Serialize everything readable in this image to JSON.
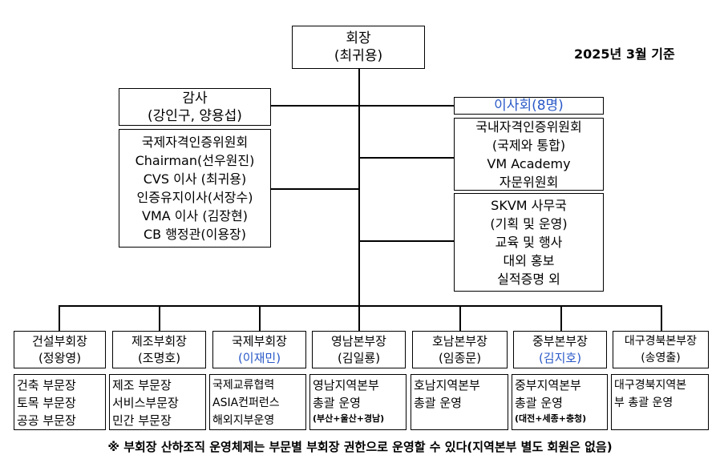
{
  "date_note": "2025년 3월 기준",
  "chair": {
    "title": "회장",
    "name": "(최귀용)"
  },
  "auditor": {
    "title": "감사",
    "name": "(강인구, 양용섭)"
  },
  "board_title": "이사회(8명)",
  "left_committee": [
    "국제자격인증위원회",
    "Chairman(선우원진)",
    "CVS 이사 (최귀용)",
    "인증유지이사(서장수)",
    "VMA 이사 (김장현)",
    "CB 행정관(이용장)"
  ],
  "right_committee": [
    "국내자격인증위원회",
    "(국제와 통합)",
    "VM Academy",
    "자문위원회"
  ],
  "office": [
    "SKVM 사무국",
    "(기획 및 운영)",
    "교육 및 행사",
    "대외 홍보",
    "실적증명 외"
  ],
  "departments": [
    {
      "title": "건설부회장",
      "name": "(정왕영)",
      "sub": [
        "건축 부문장",
        "토목 부문장",
        "공공 부문장"
      ]
    },
    {
      "title": "제조부회장",
      "name": "(조명호)",
      "sub": [
        "제조 부문장",
        "서비스부문장",
        "민간 부문장"
      ]
    },
    {
      "title": "국제부회장",
      "name": "(이재민)",
      "sub": [
        "국제교류협력",
        "ASIA컨퍼런스",
        "해외지부운영"
      ]
    },
    {
      "title": "영남본부장",
      "name": "(김일룡)",
      "sub": [
        "영남지역본부",
        "총괄 운영"
      ],
      "note": "(부산+울산+경남)"
    },
    {
      "title": "호남본부장",
      "name": "(임종문)",
      "sub": [
        "호남지역본부",
        "총괄 운영"
      ]
    },
    {
      "title": "중부본부장",
      "name": "(김지호)",
      "sub": [
        "중부지역본부",
        "총괄 운영"
      ],
      "note": "(대전+세종+충청)"
    },
    {
      "title": "대구경북본부장",
      "name": "(송영출)",
      "sub": [
        "대구경북지역본",
        "부 총괄 운영"
      ]
    }
  ],
  "footnote": "※ 부회장 산하조직 운영체제는 부문별 부회장 권한으로 운영할 수 있다(지역본부 별도 회원은 없음)"
}
